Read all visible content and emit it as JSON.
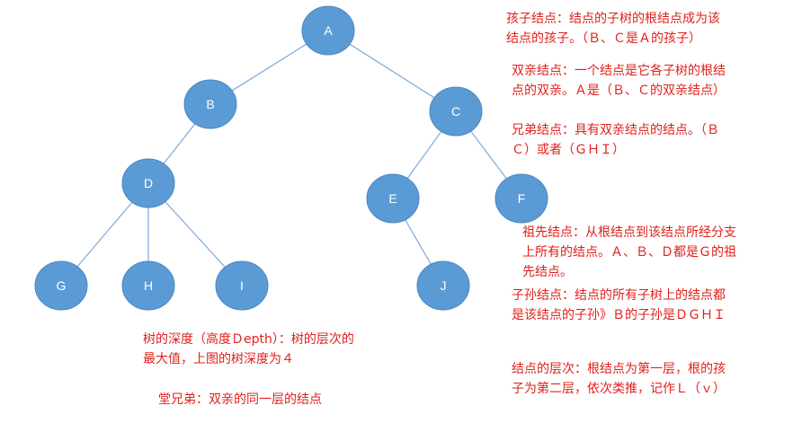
{
  "colors": {
    "node_fill": "#5b9bd5",
    "edge": "#7ea9d9",
    "node_text": "#ffffff",
    "note_text": "#e0201b"
  },
  "tree": {
    "nodes": [
      {
        "id": "A",
        "label": "A"
      },
      {
        "id": "B",
        "label": "B"
      },
      {
        "id": "C",
        "label": "C"
      },
      {
        "id": "D",
        "label": "D"
      },
      {
        "id": "E",
        "label": "E"
      },
      {
        "id": "F",
        "label": "F"
      },
      {
        "id": "G",
        "label": "G"
      },
      {
        "id": "H",
        "label": "H"
      },
      {
        "id": "I",
        "label": "I"
      },
      {
        "id": "J",
        "label": "J"
      }
    ],
    "edges": [
      [
        "A",
        "B"
      ],
      [
        "A",
        "C"
      ],
      [
        "B",
        "D"
      ],
      [
        "C",
        "E"
      ],
      [
        "C",
        "F"
      ],
      [
        "D",
        "G"
      ],
      [
        "D",
        "H"
      ],
      [
        "D",
        "I"
      ],
      [
        "E",
        "J"
      ]
    ]
  },
  "notes": {
    "child": "孩子结点：结点的子树的根结点成为该\n结点的孩子。（Ｂ、Ｃ是Ａ的孩子）",
    "parent": "双亲结点：一个结点是它各子树的根结\n点的双亲。Ａ是（Ｂ、Ｃ的双亲结点）",
    "sibling": "兄弟结点：具有双亲结点的结点。（Ｂ\nＣ）或者（ＧＨＩ）",
    "ancestor": "祖先结点：从根结点到该结点所经分支\n上所有的结点。Ａ、Ｂ、Ｄ都是Ｇ的祖\n先结点。",
    "descendant": "子孙结点：结点的所有子树上的结点都\n是该结点的子孙》Ｂ的子孙是ＤＧＨＩ",
    "level": "结点的层次：根结点为第一层，根的孩\n子为第二层，依次类推，记作Ｌ（ｖ）",
    "depth": "树的深度（高度Ｄepth）：树的层次的\n最大值，上图的树深度为４",
    "cousin": "堂兄弟：双亲的同一层的结点"
  }
}
